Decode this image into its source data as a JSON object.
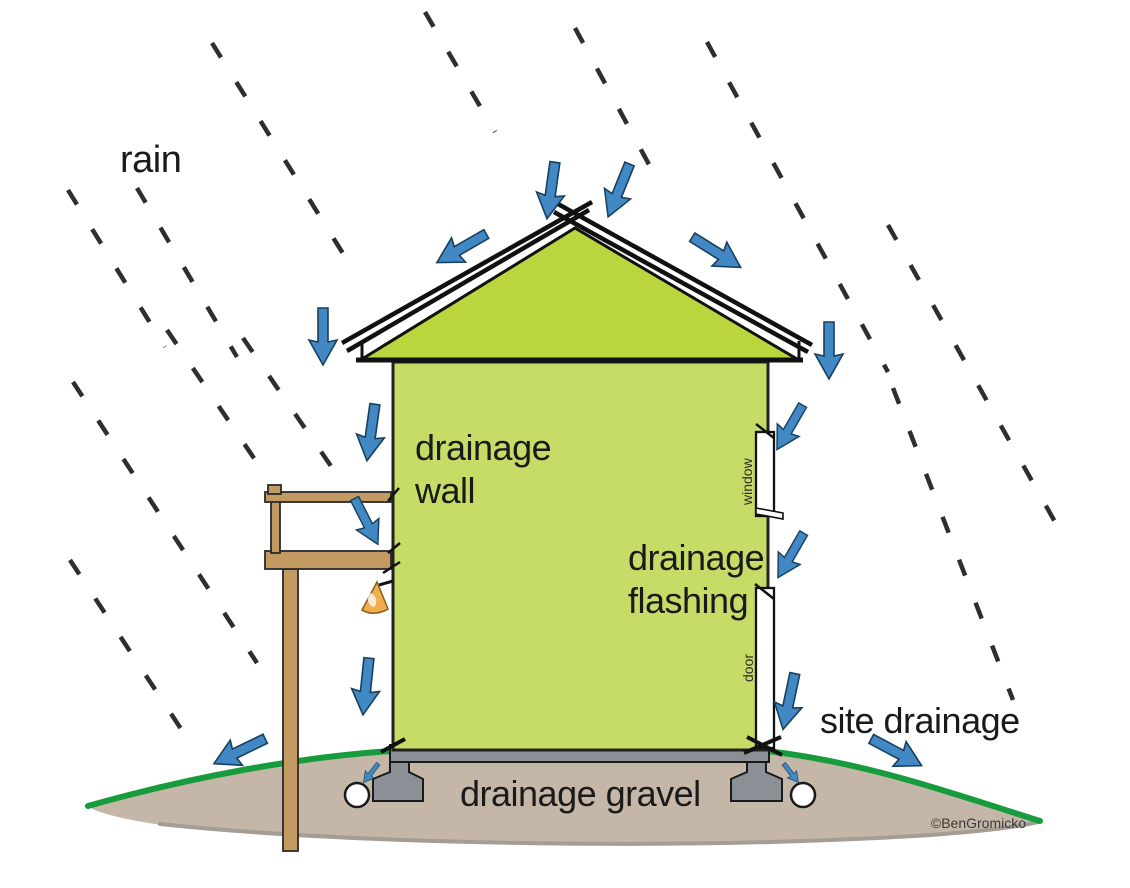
{
  "labels": {
    "rain": "rain",
    "drainage_wall": [
      "drainage",
      "wall"
    ],
    "drainage_flashing": [
      "drainage",
      "flashing"
    ],
    "site_drainage": "site drainage",
    "drainage_gravel": "drainage gravel",
    "window": "window",
    "door": "door",
    "copyright": "©BenGromicko"
  },
  "colors": {
    "roof_green": "#bad63f",
    "wall_green": "#c5dc66",
    "grass": "#179c3d",
    "soil": "#c5b7a7",
    "soil_shadow": "#a39d94",
    "concrete": "#8b9096",
    "arrow_blue": "#4288c5",
    "wood": "#c49a63",
    "lamp": "#f2ae4e",
    "rain_stroke": "#2e2e2e"
  }
}
